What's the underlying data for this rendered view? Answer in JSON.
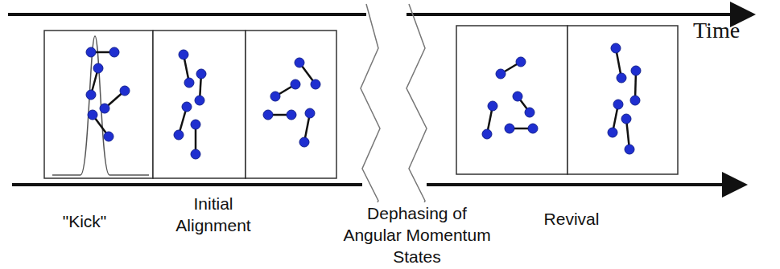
{
  "diagram": {
    "labels": [
      "\"Kick\"",
      "Initial Alignment",
      "Dephasing of Angular Momentum States",
      "Revival",
      "Time"
    ]
  }
}
